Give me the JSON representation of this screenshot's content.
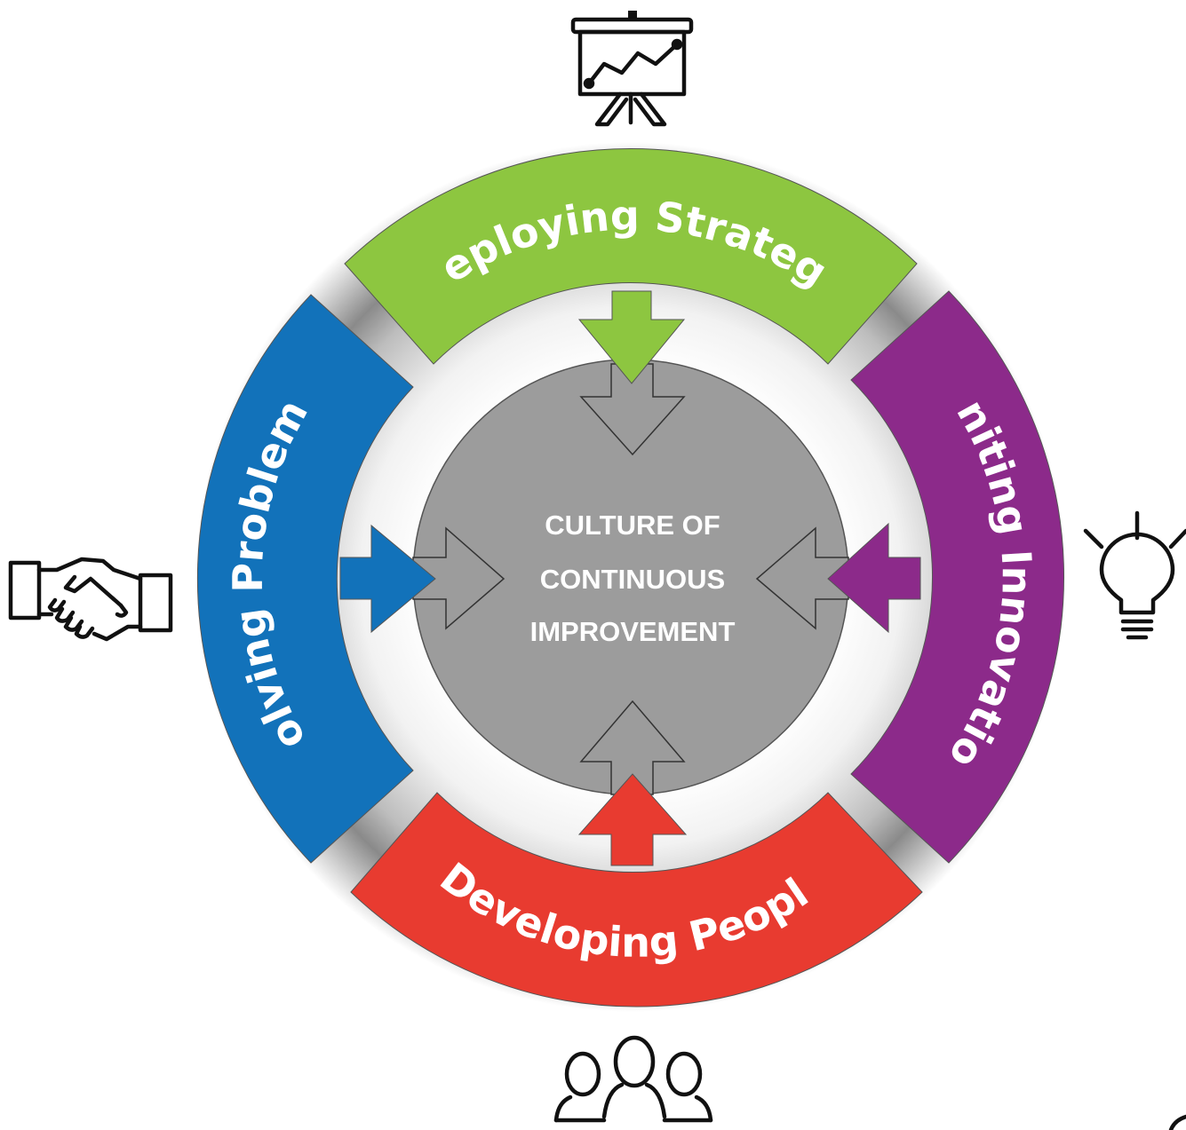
{
  "center": {
    "lines": [
      "CULTURE OF",
      "CONTINUOUS",
      "IMPROVEMENT"
    ],
    "color": "#9c9c9c"
  },
  "segments": {
    "top": {
      "label": "Deploying Strategy",
      "color": "#8dc640",
      "icon": "presentation-chart-icon"
    },
    "right": {
      "label": "Igniting Innovation",
      "color": "#8c2a8a",
      "icon": "lightbulb-icon"
    },
    "bottom": {
      "label": "Developing People",
      "color": "#e83b30",
      "icon": "people-group-icon"
    },
    "left": {
      "label": "Solving Problems",
      "color": "#1272ba",
      "icon": "handshake-icon"
    }
  }
}
